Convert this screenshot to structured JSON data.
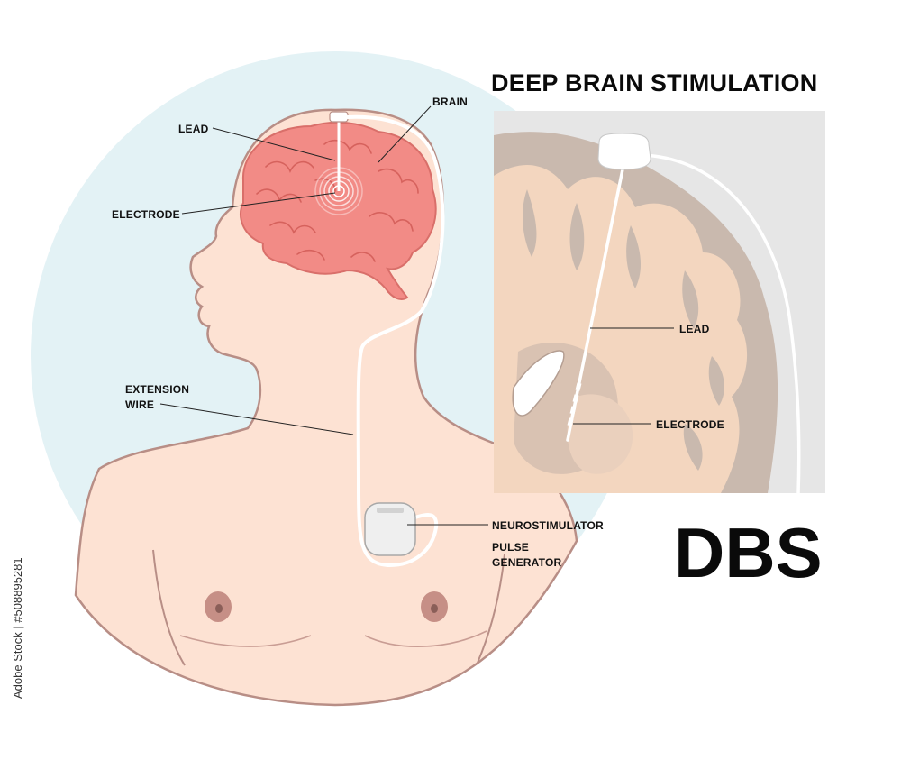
{
  "title": "DEEP BRAIN STIMULATION",
  "acronym": "DBS",
  "labels": {
    "lead": "LEAD",
    "brain": "BRAIN",
    "electrode": "ELECTRODE",
    "extension_wire_line1": "EXTENSION",
    "extension_wire_line2": "WIRE",
    "neurostimulator": "NEUROSTIMULATOR",
    "pulse_generator_line1": "PULSE",
    "pulse_generator_line2": "GENERATOR",
    "inset_lead": "LEAD",
    "inset_electrode": "ELECTRODE"
  },
  "stock_id": "Adobe Stock | #508895281",
  "colors": {
    "skin": "#fde2d3",
    "outline": "#b88e86",
    "backdrop_circle": "#e3f2f5",
    "brain": "#f28b86",
    "brain_outline": "#d96f6a",
    "inset_bg": "#e6e6e6",
    "inset_cortex": "#c9b9ae",
    "inset_white_matter": "#f3d6bf",
    "device": "#efefef"
  }
}
